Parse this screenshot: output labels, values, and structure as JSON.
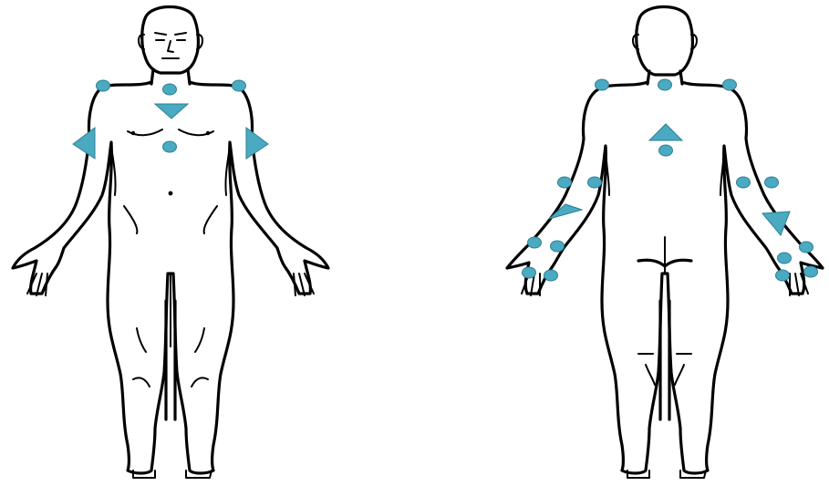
{
  "figure": {
    "views": [
      {
        "id": "front",
        "description_icon": "body-front-outline-icon"
      },
      {
        "id": "back",
        "description_icon": "body-back-outline-icon"
      }
    ],
    "marker_color": "#4aaac2",
    "marker_stroke": "#2b7f93",
    "marker_kinds": [
      "circle",
      "triangle"
    ]
  }
}
